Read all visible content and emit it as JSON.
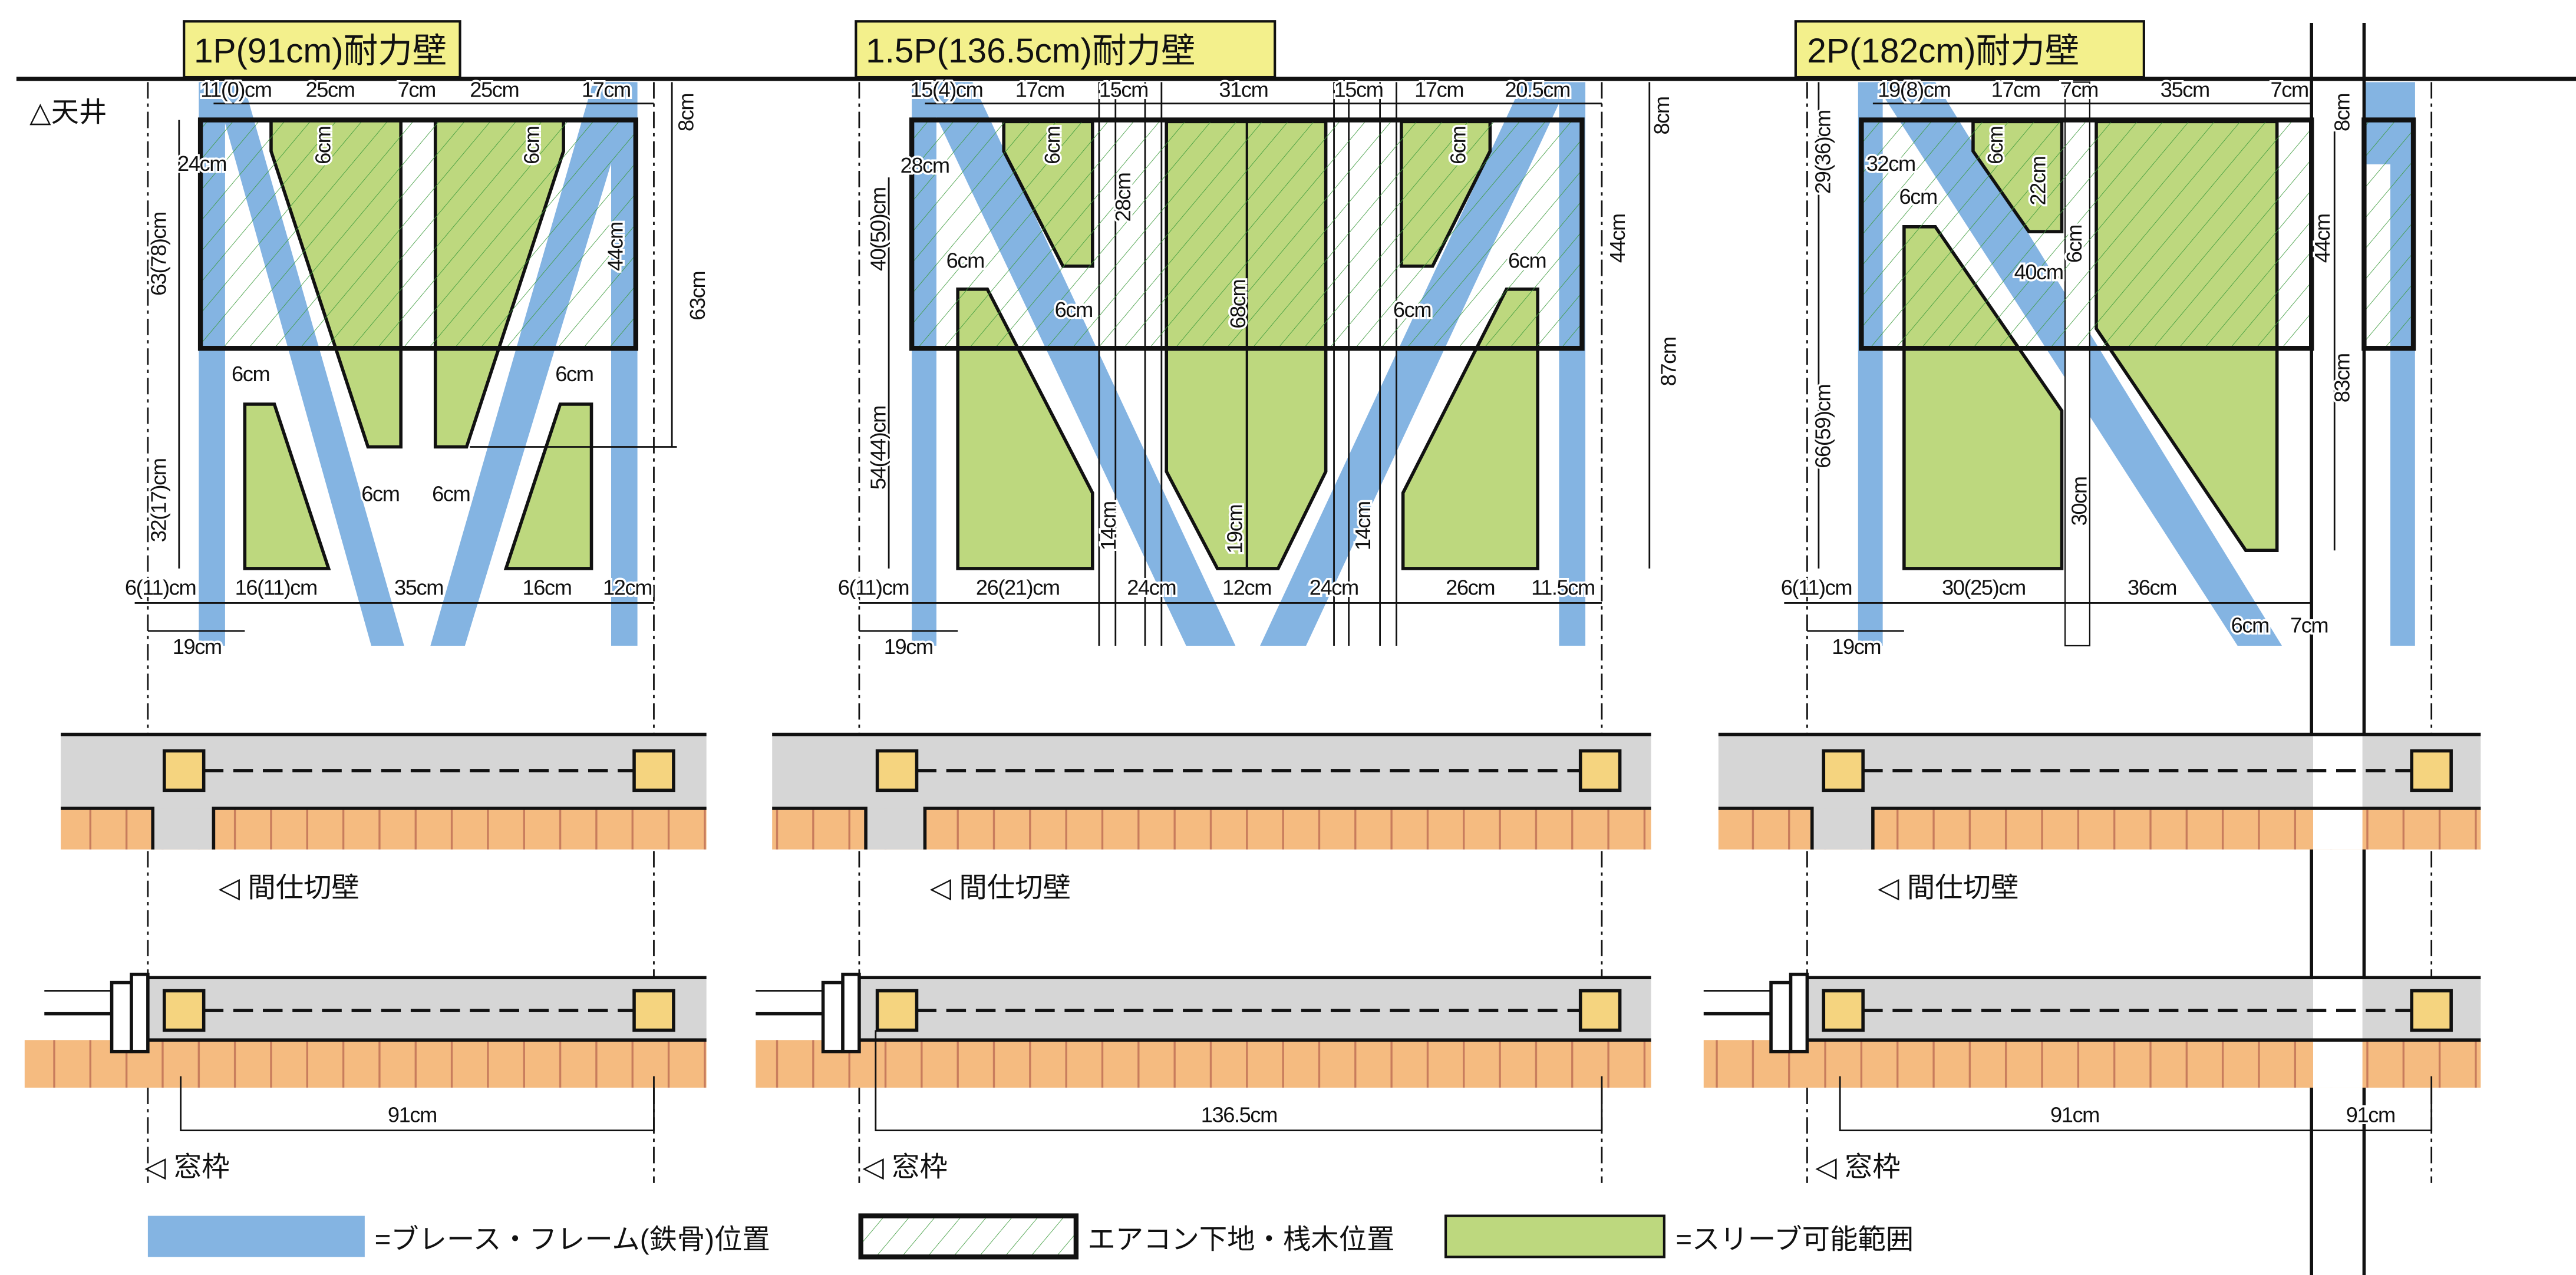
{
  "ceiling_label": "△天井",
  "panels": [
    {
      "title": "1P(91cm)耐力壁",
      "dims": [
        "11(0)cm",
        "25cm",
        "7cm",
        "25cm",
        "17cm",
        "8cm",
        "24cm",
        "6cm",
        "6cm",
        "63(78)cm",
        "44cm",
        "63cm",
        "6cm",
        "6cm",
        "32(17)cm",
        "6cm",
        "6cm",
        "6(11)cm",
        "16(11)cm",
        "35cm",
        "16cm",
        "12cm",
        "19cm"
      ]
    },
    {
      "title": "1.5P(136.5cm)耐力壁",
      "dims": [
        "15(4)cm",
        "17cm",
        "15cm",
        "31cm",
        "15cm",
        "17cm",
        "20.5cm",
        "8cm",
        "28cm",
        "6cm",
        "28cm",
        "40(50)cm",
        "6cm",
        "6cm",
        "68cm",
        "6cm",
        "6cm",
        "6cm",
        "44cm",
        "87cm",
        "54(44)cm",
        "14cm",
        "19cm",
        "14cm",
        "6(11)cm",
        "26(21)cm",
        "24cm",
        "12cm",
        "24cm",
        "26cm",
        "11.5cm",
        "19cm"
      ]
    },
    {
      "title": "2P(182cm)耐力壁",
      "dims": [
        "19(8)cm",
        "17cm",
        "7cm",
        "35cm",
        "7cm",
        "8cm",
        "29(36)cm",
        "32cm",
        "6cm",
        "22cm",
        "6cm",
        "40cm",
        "6cm",
        "44cm",
        "83cm",
        "66(59)cm",
        "30cm",
        "6(11)cm",
        "30(25)cm",
        "36cm",
        "6cm",
        "7cm",
        "19cm"
      ]
    }
  ],
  "partition_label": "◁ 間仕切壁",
  "window_label": "◁ 窓枠",
  "spans": [
    "91cm",
    "136.5cm",
    "91cm",
    "91cm"
  ],
  "legend": {
    "brace": "=ブレース・フレーム(鉄骨)位置",
    "aircon": "エアコン下地・桟木位置",
    "sleeve": "=スリーブ可能範囲"
  },
  "colors": {
    "brace": "#84b4e2",
    "sleeve": "#bdd87e",
    "title_bg": "#f3f08c",
    "slab": "#d6d6d6",
    "floor": "#f5bb80",
    "post": "#f5d47f"
  }
}
